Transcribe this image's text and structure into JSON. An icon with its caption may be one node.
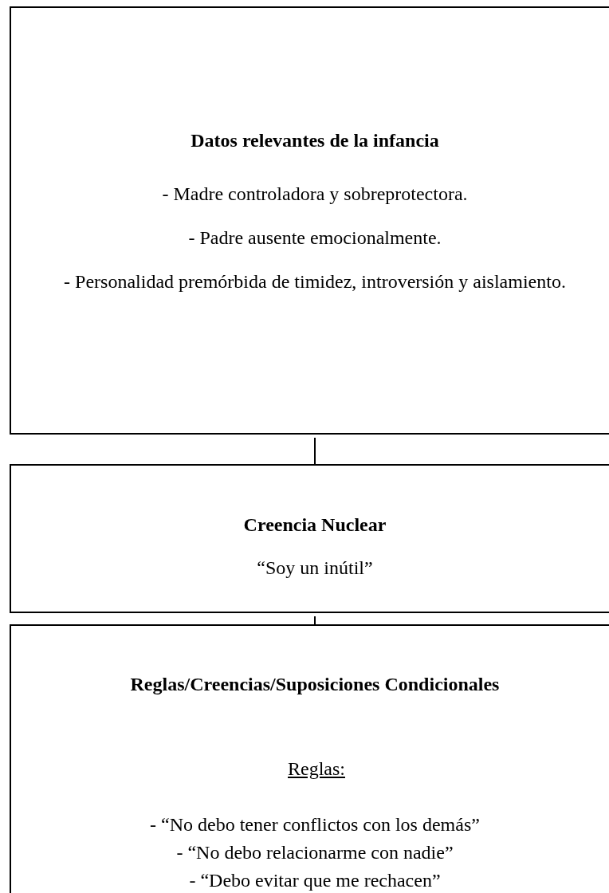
{
  "diagram": {
    "nodes": [
      {
        "text": [
          "Datos relevantes de la infancia",
          "- Madre controladora y sobreprotectora.",
          "- Padre ausente emocionalmente.",
          "- Personalidad premórbida de timidez, introversión y aislamiento."
        ]
      },
      {
        "text": [
          "Creencia Nuclear",
          "“Soy un inútil”"
        ]
      },
      {
        "text": [
          "Reglas/Creencias/Suposiciones Condicionales",
          "Reglas:",
          "- “No debo tener conflictos con los demás”",
          "- “No debo relacionarme con nadie”",
          "- “Debo evitar que me rechacen”"
        ]
      }
    ],
    "edges": [
      {
        "from": 0,
        "to": 1,
        "arrow": "none"
      },
      {
        "from": 1,
        "to": 2,
        "arrow": "none"
      }
    ]
  }
}
